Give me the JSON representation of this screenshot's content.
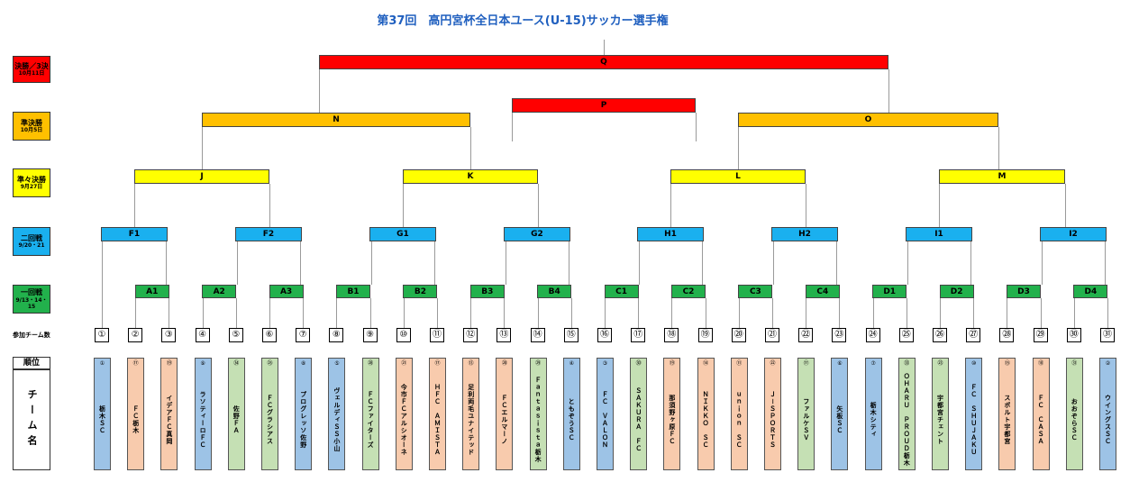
{
  "title": "第37回　高円宮杯全日本ユース(U-15)サッカー選手権",
  "rounds": [
    {
      "label": "決勝／3決",
      "date": "10月11日"
    },
    {
      "label": "準決勝",
      "date": "10月5日"
    },
    {
      "label": "準々決勝",
      "date": "9月27日"
    },
    {
      "label": "二回戦",
      "date": "9/20・21"
    },
    {
      "label": "一回戦",
      "date": "9/13・14・15"
    }
  ],
  "participants_label": "参加チーム数",
  "rank_label": "順位",
  "name_label": "チーム名",
  "matches": {
    "Q": "Q",
    "P": "P",
    "N": "N",
    "O": "O",
    "J": "J",
    "K": "K",
    "L": "L",
    "M": "M",
    "F1": "F1",
    "F2": "F2",
    "G1": "G1",
    "G2": "G2",
    "H1": "H1",
    "H2": "H2",
    "I1": "I1",
    "I2": "I2",
    "A1": "A1",
    "A2": "A2",
    "A3": "A3",
    "B1": "B1",
    "B2": "B2",
    "B3": "B3",
    "B4": "B4",
    "C1": "C1",
    "C2": "C2",
    "C3": "C3",
    "C4": "C4",
    "D1": "D1",
    "D2": "D2",
    "D3": "D3",
    "D4": "D4"
  },
  "numbers": [
    "①",
    "②",
    "③",
    "④",
    "⑤",
    "⑥",
    "⑦",
    "⑧",
    "⑨",
    "⑩",
    "⑪",
    "⑫",
    "⑬",
    "⑭",
    "⑮",
    "⑯",
    "⑰",
    "⑱",
    "⑲",
    "⑳",
    "㉑",
    "㉒",
    "㉓",
    "㉔",
    "㉕",
    "㉖",
    "㉗",
    "㉘",
    "㉙",
    "㉚",
    "㉛"
  ],
  "teams": [
    {
      "rank": "①",
      "name": "栃木ＳＣ",
      "color": "blue"
    },
    {
      "rank": "⑰",
      "name": "ＦＣ栃木",
      "color": "orange"
    },
    {
      "rank": "⑲",
      "name": "イデアＦＣ真岡",
      "color": "orange"
    },
    {
      "rank": "⑨",
      "name": "ラソティーロＦＣ",
      "color": "blue"
    },
    {
      "rank": "㉞",
      "name": "佐野ＦＡ",
      "color": "green"
    },
    {
      "rank": "㉕",
      "name": "ＦＣグラシアス",
      "color": "green"
    },
    {
      "rank": "⑧",
      "name": "プログレッソ佐野",
      "color": "blue"
    },
    {
      "rank": "⑤",
      "name": "ヴェルディＳＳ小山",
      "color": "blue"
    },
    {
      "rank": "㉘",
      "name": "ＦＣファイターズ",
      "color": "green"
    },
    {
      "rank": "㉑",
      "name": "今市ＦＣアルシオーネ",
      "color": "orange"
    },
    {
      "rank": "⑰",
      "name": "ＨＦＣ　ＡＭＩＳＴＡ",
      "color": "orange"
    },
    {
      "rank": "⑬",
      "name": "足利両毛ユナイテッド",
      "color": "orange"
    },
    {
      "rank": "⑳",
      "name": "ＦＣエルマーノ",
      "color": "orange"
    },
    {
      "rank": "㉙",
      "name": "Ｆａｎｔａｓｉｓｔａ栃木",
      "color": "green"
    },
    {
      "rank": "④",
      "name": "ともぞうＳＣ",
      "color": "blue"
    },
    {
      "rank": "③",
      "name": "ＦＣ　ＶＡＬＯＮ",
      "color": "blue"
    },
    {
      "rank": "㉚",
      "name": "ＳＡＫＵＲＡ　ＦＣ",
      "color": "green"
    },
    {
      "rank": "⑲",
      "name": "那須野ヶ原ＦＣ",
      "color": "orange"
    },
    {
      "rank": "⑭",
      "name": "ＮＩＫＫＯ　ＳＣ",
      "color": "orange"
    },
    {
      "rank": "⑪",
      "name": "ｕｎｉｏｎ　ＳＣ",
      "color": "orange"
    },
    {
      "rank": "㉒",
      "name": "Ｊ－ＳＰＯＲＴＳ",
      "color": "orange"
    },
    {
      "rank": "⑰",
      "name": "ファルケＳＶ",
      "color": "green"
    },
    {
      "rank": "⑥",
      "name": "矢板ＳＣ",
      "color": "blue"
    },
    {
      "rank": "⑦",
      "name": "栃木シティ",
      "color": "blue"
    },
    {
      "rank": "㉝",
      "name": "ＯＨＡＲＵ　ＰＲＯＵＤ栃木",
      "color": "green"
    },
    {
      "rank": "㉓",
      "name": "宇都宮チェント",
      "color": "green"
    },
    {
      "rank": "⑩",
      "name": "ＦＣ　ＳＨＵＪＡＫＵ",
      "color": "blue"
    },
    {
      "rank": "⑮",
      "name": "スポルト宇都宮",
      "color": "orange"
    },
    {
      "rank": "⑱",
      "name": "ＦＣ　ＣＡＳＡ",
      "color": "orange"
    },
    {
      "rank": "㉛",
      "name": "おおぞらＳＣ",
      "color": "green"
    },
    {
      "rank": "②",
      "name": "ウイングスＳＣ",
      "color": "blue"
    }
  ]
}
